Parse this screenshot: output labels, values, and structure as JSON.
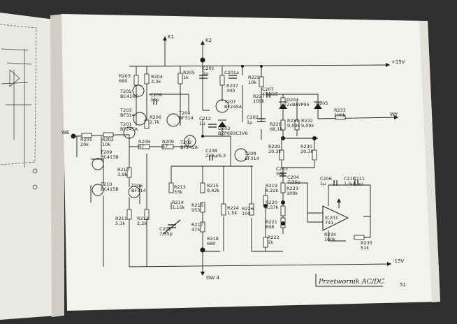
{
  "page": {
    "title": "Przetwornik AC/DC",
    "page_number": "51"
  },
  "rails": {
    "plus": "+15V",
    "minus": "-15V"
  },
  "ports": {
    "input": "WE",
    "output": "WY",
    "k1": "K1",
    "k2": "K2",
    "switch": "DW 4"
  },
  "components": {
    "R201": [
      "R201",
      "20k"
    ],
    "R202": [
      "R202",
      "10k"
    ],
    "R203": [
      "R203",
      "680"
    ],
    "R204": [
      "R204",
      "3,3k"
    ],
    "R205": [
      "R205",
      "1k"
    ],
    "R206": [
      "R206",
      "2,7k"
    ],
    "R207": [
      "R207",
      "300"
    ],
    "R208": [
      "R208",
      "47"
    ],
    "R209": [
      "R209",
      "47"
    ],
    "R210": [
      "R210",
      "3,9k"
    ],
    "R211": [
      "R211",
      "5,1k"
    ],
    "R212": [
      "R212",
      "2,2k"
    ],
    "R213": [
      "R213",
      "33k"
    ],
    "R214": [
      "R214",
      "1,15k"
    ],
    "R215": [
      "R215",
      "9,42k"
    ],
    "R216": [
      "R216",
      "953"
    ],
    "R217": [
      "R217",
      "475"
    ],
    "R218": [
      "R218",
      "680"
    ],
    "R224": [
      "R224",
      "1,5k"
    ],
    "R225": [
      "R225",
      "10k"
    ],
    "R226": [
      "R226",
      "100"
    ],
    "R227": [
      "R227",
      "100k"
    ],
    "R228": [
      "R228",
      "68,1k"
    ],
    "R229": [
      "R229",
      "20,3k"
    ],
    "R230": [
      "R230",
      "20,3k"
    ],
    "R231": [
      "R231",
      "9,09k"
    ],
    "R232": [
      "R232",
      "9,09k"
    ],
    "R233": [
      "R233",
      "100k"
    ],
    "R219": [
      "R219",
      "4,22k"
    ],
    "R220": [
      "R220",
      "1,37k"
    ],
    "R221": [
      "R221",
      "698"
    ],
    "R222": [
      "R222",
      "1k"
    ],
    "R223": [
      "R223",
      "100k"
    ],
    "R234": [
      "R234",
      "100k"
    ],
    "R235": [
      "R235",
      "51k"
    ],
    "C201": [
      "C201",
      "1µ"
    ],
    "C201a": [
      "C201a",
      ""
    ],
    "C202": [
      "C202",
      "1µ"
    ],
    "C203": [
      "C203",
      "36p"
    ],
    "C204": [
      "C204",
      "7/35p"
    ],
    "C205": [
      "C205",
      "7/35p"
    ],
    "C206": [
      "C206",
      "1µ"
    ],
    "C207": [
      "C207",
      "47µ/25"
    ],
    "C208": [
      "C208",
      "220µ/6,3"
    ],
    "C209": [
      "C209",
      "33p"
    ],
    "C210": [
      "C210",
      "1,5µ"
    ],
    "C211": [
      "C211",
      "1,5µ"
    ],
    "C212": [
      "C212",
      "1µ"
    ],
    "T201": [
      "T201",
      "BF245A"
    ],
    "T203": [
      "T203",
      "BF314"
    ],
    "T204": [
      "T204",
      "BF314"
    ],
    "T205": [
      "T205",
      "BC416C"
    ],
    "T206": [
      "T206",
      "BF314"
    ],
    "T207": [
      "T207",
      "BF245A"
    ],
    "T208": [
      "T208",
      "BF314"
    ],
    "T209": [
      "T209",
      "BC413B"
    ],
    "T210": [
      "T210",
      "BC415B"
    ],
    "T202": [
      "T202",
      "BF245A"
    ],
    "D203": [
      "D203",
      "BZP683C3V6"
    ],
    "D204": [
      "D204",
      "2xBAYP95"
    ],
    "D205": [
      "D205",
      ""
    ],
    "IC201": [
      "IC201",
      "741"
    ]
  }
}
